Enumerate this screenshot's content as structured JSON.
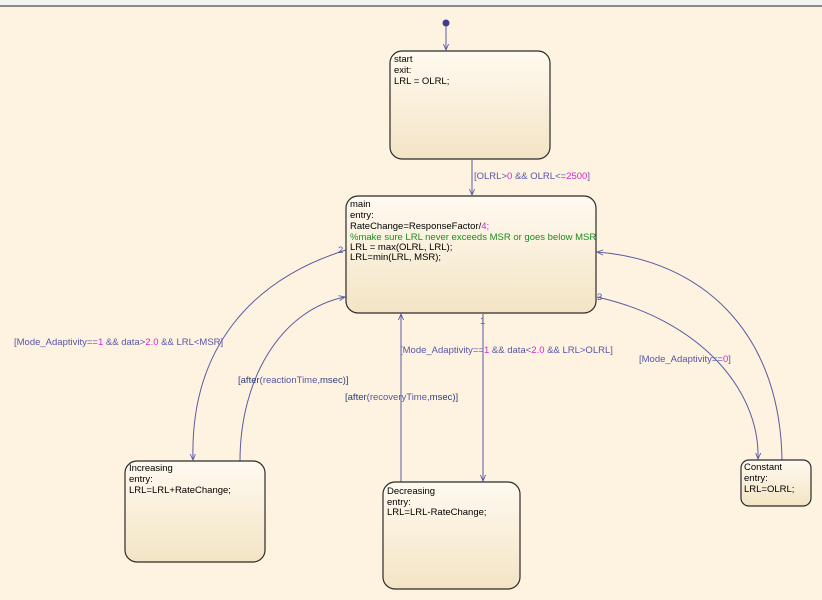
{
  "colors": {
    "background": "#fef3e1",
    "transition": "#5a5aa0",
    "number": "#d624d6",
    "comment": "#1e8a1e"
  },
  "states": {
    "start": {
      "name": "start",
      "lines": [
        "exit:",
        "LRL = OLRL;"
      ]
    },
    "main": {
      "name": "main",
      "entry": "entry:",
      "l1a": "RateChange=ResponseFactor/",
      "l1n": "4",
      "l1b": ";",
      "comment": "%make sure LRL never exceeds MSR or goes below MSR",
      "l3": "LRL = max(OLRL, LRL);",
      "l4": "LRL=min(LRL, MSR);"
    },
    "increasing": {
      "name": "Increasing",
      "lines": [
        "entry:",
        "LRL=LRL+RateChange;"
      ]
    },
    "decreasing": {
      "name": "Decreasing",
      "lines": [
        "entry:",
        "LRL=LRL-RateChange;"
      ]
    },
    "constant": {
      "name": "Constant",
      "lines": [
        "entry:",
        "LRL=OLRL;"
      ]
    }
  },
  "transitions": {
    "start_main": {
      "a": "[OLRL>",
      "n1": "0",
      "b": " && OLRL<=",
      "n2": "2500",
      "c": "]"
    },
    "main_increasing": {
      "order": "2",
      "a": "[Mode_Adaptivity==",
      "n1": "1",
      "b": " && data>",
      "n2": "2.0",
      "c": " && LRL<MSR]"
    },
    "increasing_main": {
      "a": "[",
      "kw": "after",
      "b": "(reactionTime,",
      "u": "msec",
      "c": ")]"
    },
    "main_decreasing": {
      "order": "1",
      "a": "[Mode_Adaptivity==",
      "n1": "1",
      "b": " && data<",
      "n2": "2.0",
      "c": " && LRL>OLRL]"
    },
    "decreasing_main": {
      "a": "[",
      "kw": "after",
      "b": "(recoveryTime,",
      "u": "msec",
      "c": ")]"
    },
    "main_constant": {
      "order": "3",
      "a": "[Mode_Adaptivity==",
      "n1": "0",
      "c": "]"
    }
  }
}
